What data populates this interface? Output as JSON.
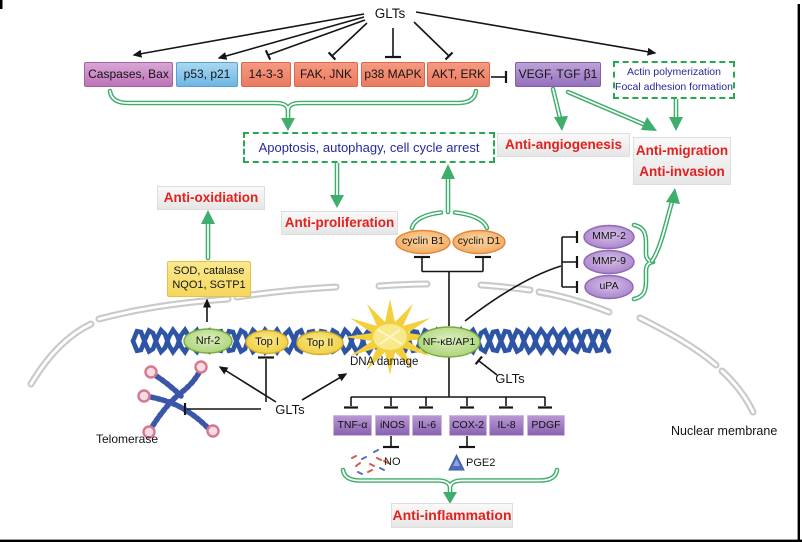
{
  "figure": {
    "glts_top": "GLTs",
    "glts_nucleus": "GLTs",
    "glts_cytoplasm": "GLTs",
    "telomerase": "Telomerase",
    "dna_damage": "DNA damage",
    "no": "NO",
    "pge2": "PGE2",
    "nuclear_membrane": "Nuclear membrane"
  },
  "targets": {
    "caspases": "Caspases, Bax",
    "p53": "p53, p21",
    "ft33": "14-3-3",
    "fak": "FAK, JNK",
    "p38": "p38 MAPK",
    "akt": "AKT, ERK",
    "vegf": "VEGF, TGF β1"
  },
  "outcomes": {
    "apoptosis": "Apoptosis, autophagy, cell cycle arrest",
    "actin_line1": "Actin polymerization",
    "actin_line2": "Focal adhesion formation",
    "anti_oxidiation": "Anti-oxidiation",
    "anti_proliferation": "Anti-proliferation",
    "anti_angiogenesis": "Anti-angiogenesis",
    "anti_migration": "Anti-migration",
    "anti_invasion": "Anti-invasion",
    "anti_inflammation": "Anti-inflammation"
  },
  "enzymes": {
    "line1": "SOD, catalase",
    "line2": "NQO1, SGTP1"
  },
  "ovals": {
    "cyclin_b1": "cyclin B1",
    "cyclin_d1": "cyclin D1",
    "mmp2": "MMP-2",
    "mmp9": "MMP-9",
    "upa": "uPA",
    "nrf2": "Nrf-2",
    "top1": "Top I",
    "top2": "Top II",
    "nfkb": "NF-κB/AP1"
  },
  "cytokines": [
    "TNF-α",
    "iNOS",
    "IL-6",
    "COX-2",
    "IL-8",
    "PDGF"
  ],
  "colors": {
    "green_arrow": "#3fae6d",
    "red_label": "#e3201d",
    "navy_text": "#232a9e",
    "salmon_box": "#ef8169",
    "magenta_box": "#c581c0",
    "blue_box": "#84c4ea",
    "purple_box": "#a77fc8",
    "yellow_box": "#f8df76",
    "dna_blue": "#2e55a5",
    "membrane_gray": "#c9c9c9"
  }
}
